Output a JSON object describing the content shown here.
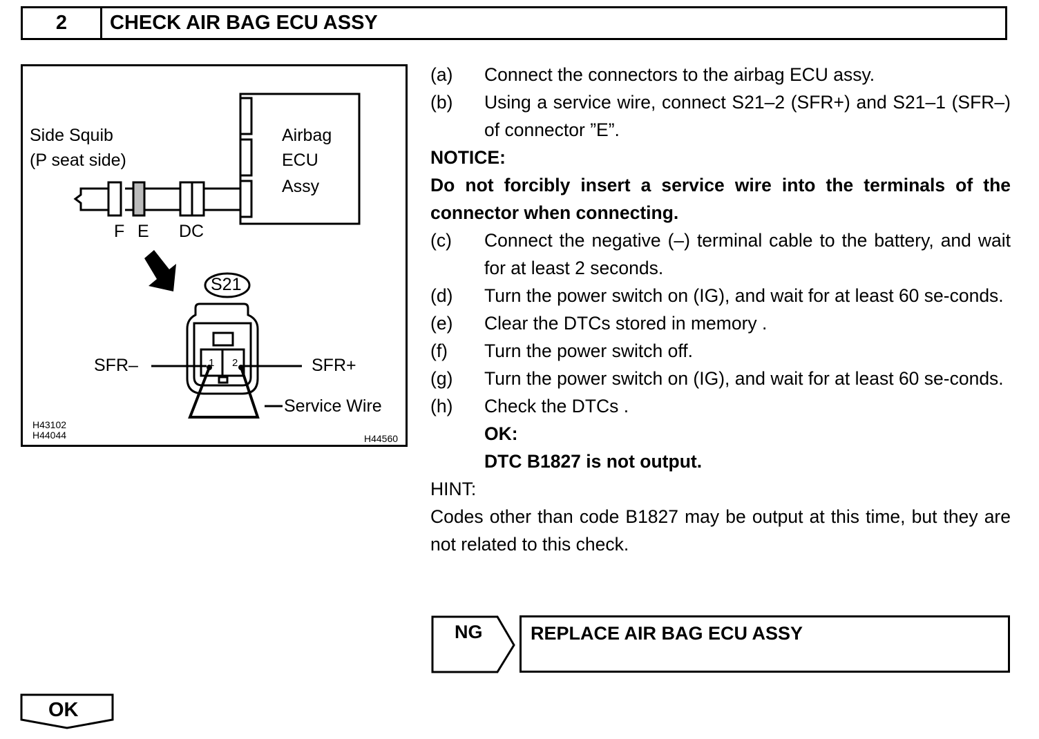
{
  "header": {
    "step_number": "2",
    "title": "CHECK AIR BAG ECU ASSY"
  },
  "figure": {
    "side_squib_line1": "Side Squib",
    "side_squib_line2": "(P seat side)",
    "ecu_line1": "Airbag",
    "ecu_line2": "ECU",
    "ecu_line3": "Assy",
    "connector_f": "F",
    "connector_e": "E",
    "connector_dc": "DC",
    "connector_id": "S21",
    "pin1": "1",
    "pin2": "2",
    "sfr_minus": "SFR–",
    "sfr_plus": "SFR+",
    "service_wire": "Service Wire",
    "ref1": "H43102",
    "ref2": "H44044",
    "ref3": "H44560"
  },
  "steps": [
    {
      "label": "(a)",
      "text": "Connect the connectors to the airbag ECU assy."
    },
    {
      "label": "(b)",
      "text": "Using a service wire, connect S21–2 (SFR+) and S21–1 (SFR–) of connector ”E”."
    }
  ],
  "notice": {
    "heading": "NOTICE:",
    "text": "Do not forcibly insert a service wire into the terminals of the connector when connecting."
  },
  "steps2": [
    {
      "label": "(c)",
      "text": "Connect the negative (–) terminal cable to the battery, and wait for at least 2 seconds."
    },
    {
      "label": "(d)",
      "text": "Turn the power switch on (IG), and wait for at least 60 se-conds."
    },
    {
      "label": "(e)",
      "text": "Clear the DTCs stored in memory ."
    },
    {
      "label": "(f)",
      "text": "Turn the power switch off."
    },
    {
      "label": "(g)",
      "text": "Turn the power switch on (IG), and wait for at least 60 se-conds."
    },
    {
      "label": "(h)",
      "text": "Check the DTCs ."
    }
  ],
  "ok_result": {
    "heading": "OK:",
    "text": "DTC B1827 is not output."
  },
  "hint": {
    "heading": "HINT:",
    "text": "Codes other than code B1827 may be output at this time, but they are not related to this check."
  },
  "ng": {
    "label": "NG",
    "action": "REPLACE AIR BAG ECU ASSY"
  },
  "ok": {
    "label": "OK"
  }
}
